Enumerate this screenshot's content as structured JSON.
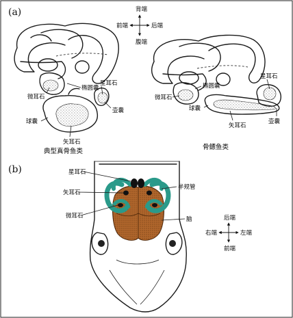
{
  "panel_a": {
    "label": "(a)",
    "compass": {
      "up": "背端",
      "down": "腹端",
      "left": "前端",
      "right": "后端"
    },
    "left_fish": {
      "caption": "典型真骨鱼类",
      "labels": {
        "utricle": "椭圆囊",
        "lapillus": "微耳石",
        "asteriscus": "星耳石",
        "lagena": "壶囊",
        "saccule": "球囊",
        "sagitta": "矢耳石"
      }
    },
    "right_fish": {
      "caption": "骨鳔鱼类",
      "labels": {
        "utricle": "椭圆囊",
        "lapillus": "微耳石",
        "asteriscus": "星耳石",
        "lagena": "壶囊",
        "saccule": "球囊",
        "sagitta": "矢耳石"
      }
    }
  },
  "panel_b": {
    "label": "(b)",
    "labels": {
      "asteriscus": "星耳石",
      "sagitta": "矢耳石",
      "lapillus": "微耳石",
      "canals": "半规管",
      "brain": "脑"
    },
    "compass": {
      "up": "后端",
      "down": "前端",
      "left": "右端",
      "right": "左端"
    }
  },
  "colors": {
    "canal": "#2a9a8a",
    "brain": "#a9602a",
    "stone": "#1a1a1a"
  }
}
